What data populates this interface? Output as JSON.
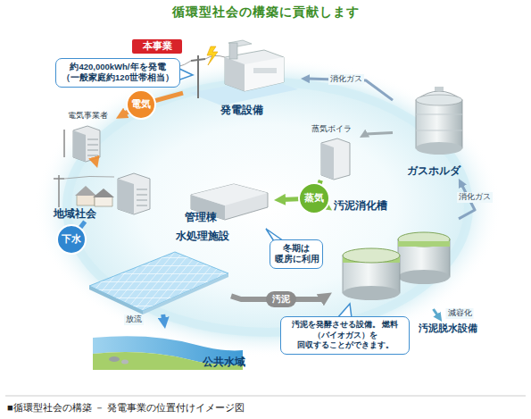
{
  "diagram": {
    "title": "循環型社会の構築に貢献します",
    "caption": "■循環型社会の構築 － 発電事業の位置付けイメージ図",
    "nodes": [
      {
        "text": [
          "本事業"
        ]
      },
      {
        "text": [
          "約420,000kWh/年を発電 （一般家庭約120世帯相当）"
        ]
      },
      {
        "text": [
          "発電設備"
        ]
      },
      {
        "text": [
          "電気事業者"
        ]
      },
      {
        "text": [
          "地域社会"
        ]
      },
      {
        "text": [
          "水処理施設"
        ]
      },
      {
        "text": [
          "公共水域"
        ]
      },
      {
        "text": [
          "管理棟"
        ]
      },
      {
        "text": [
          "冬期は 暖房に利用"
        ]
      },
      {
        "text": [
          "蒸気ボイラ"
        ]
      },
      {
        "text": [
          "ガスホルダ"
        ]
      },
      {
        "text": [
          "汚泥消化槽"
        ]
      },
      {
        "text": [
          "汚泥脱水設備"
        ]
      },
      {
        "text": [
          "汚泥を発酵させる設備。 燃料（バイオガス）を 回収することができます。"
        ]
      }
    ],
    "edges": [
      {
        "from": 2,
        "to": 3,
        "arrow": "to",
        "label": "電気"
      },
      {
        "from": 3,
        "to": 4,
        "arrow": "to"
      },
      {
        "from": 4,
        "to": 5,
        "arrow": "to",
        "label": "下水"
      },
      {
        "from": 5,
        "to": 6,
        "arrow": "to",
        "label": "放流"
      },
      {
        "from": 5,
        "to": 11,
        "arrow": "to",
        "label": "汚泥"
      },
      {
        "from": 11,
        "to": 10,
        "arrow": "to",
        "label": "消化ガス"
      },
      {
        "from": 10,
        "to": 2,
        "arrow": "to",
        "label": "消化ガス"
      },
      {
        "from": 10,
        "to": 9,
        "arrow": "to"
      },
      {
        "from": 9,
        "to": 7,
        "arrow": "to",
        "label": "蒸気"
      },
      {
        "from": 9,
        "to": 11,
        "arrow": "to"
      },
      {
        "from": 11,
        "to": 12,
        "arrow": "to",
        "label": "減容化"
      }
    ]
  }
}
